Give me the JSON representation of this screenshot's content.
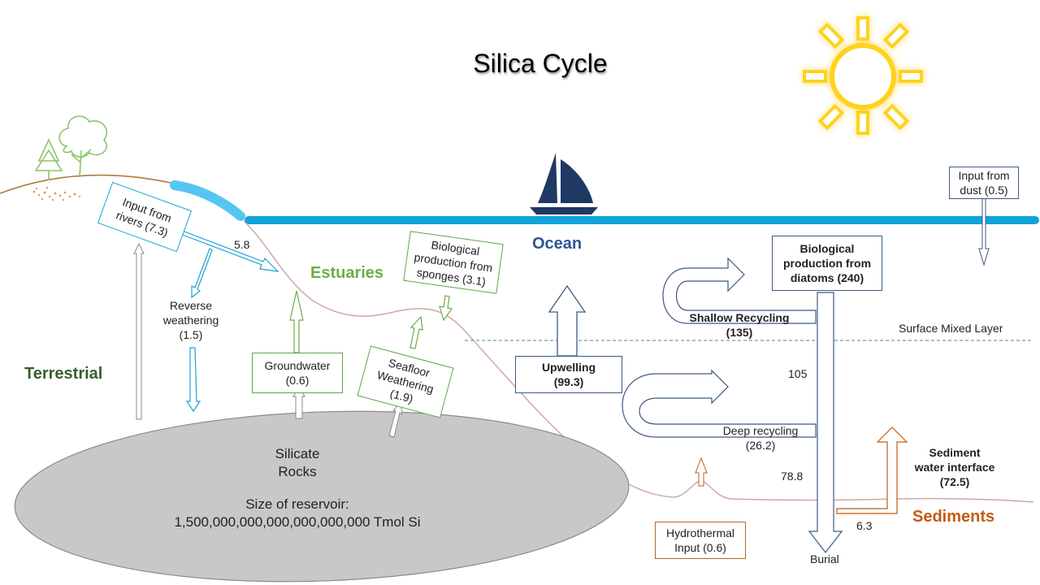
{
  "title": "Silica Cycle",
  "regions": {
    "terrestrial": "Terrestrial",
    "estuaries": "Estuaries",
    "ocean": "Ocean",
    "sediments": "Sediments",
    "surface_mixed_layer": "Surface Mixed Layer"
  },
  "reservoir": {
    "name_line1": "Silicate",
    "name_line2": "Rocks",
    "size_label": "Size of reservoir:",
    "size_value": "1,500,000,000,000,000,000,000 Tmol Si"
  },
  "fluxes": {
    "rivers_line1": "Input  from",
    "rivers_line2": "rivers (7.3)",
    "rivers_to_estuary": "5.8",
    "reverse_weathering_line1": "Reverse",
    "reverse_weathering_line2": "weathering",
    "reverse_weathering_line3": "(1.5)",
    "groundwater_line1": "Groundwater",
    "groundwater_line2": "(0.6)",
    "seafloor_line1": "Seafloor",
    "seafloor_line2": "Weathering",
    "seafloor_line3": "(1.9)",
    "sponges_line1": "Biological",
    "sponges_line2": "production from",
    "sponges_line3": "sponges (3.1)",
    "upwelling_line1": "Upwelling",
    "upwelling_line2": "(99.3)",
    "diatoms_line1": "Biological",
    "diatoms_line2": "production from",
    "diatoms_line3": "diatoms (240)",
    "shallow_recycling_line1": "Shallow Recycling",
    "shallow_recycling_line2": "(135)",
    "export_105": "105",
    "deep_recycling_line1": "Deep recycling",
    "deep_recycling_line2": "(26.2)",
    "export_78_8": "78.8",
    "sediment_interface_line1": "Sediment",
    "sediment_interface_line2": "water interface",
    "sediment_interface_line3": "(72.5)",
    "burial_6_3": "6.3",
    "burial": "Burial",
    "hydrothermal_line1": "Hydrothermal",
    "hydrothermal_line2": "Input  (0.6)",
    "dust_line1": "Input  from",
    "dust_line2": "dust (0.5)"
  },
  "colors": {
    "ocean_line": "#0fa3d8",
    "river": "#55c6f0",
    "terrestrial_text": "#3b5e2b",
    "estuaries_text": "#70ad47",
    "ocean_text": "#2f5597",
    "sediments_text": "#c55a11",
    "boat": "#1f3864",
    "sun": "#ffd21a",
    "rock": "#c8c8c8",
    "seafloor_profile": "#c9a0a0"
  }
}
